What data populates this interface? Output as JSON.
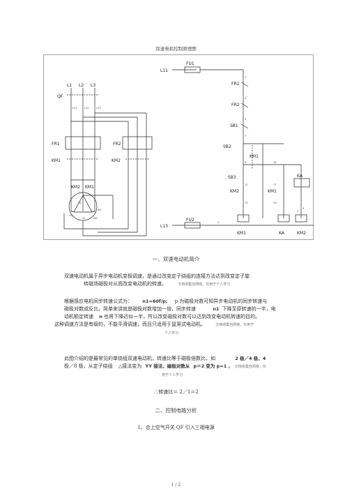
{
  "doc_title": "双速电机控制原理图",
  "diagram": {
    "power": {
      "phases": [
        "L1",
        "L2",
        "L3"
      ],
      "switch": "QF",
      "relays": [
        "FR1",
        "FR2"
      ],
      "contactors": [
        "KM1",
        "KM2"
      ],
      "motor_labels": [
        "KM2",
        "KM1"
      ],
      "terminals": [
        "U2",
        "W1",
        "U1",
        "V1",
        "W2"
      ],
      "wire_labels": [
        "L11",
        "L12",
        "L13"
      ]
    },
    "control": {
      "fuse": "FU1",
      "fuse2": "FU2",
      "l11": "L11",
      "l13": "L13",
      "fr1": "FR1",
      "fr2": "FR2",
      "sb1": "SB1",
      "sb2": "SB2",
      "sb3": "SB3",
      "km1": "KM1",
      "km2": "KM2",
      "ka": "KA",
      "coils": [
        "KM1",
        "KA",
        "KM2"
      ],
      "nodes": [
        "1",
        "3",
        "5",
        "7",
        "9",
        "11",
        "13",
        "15",
        "17",
        "19",
        "2",
        "4",
        "2"
      ]
    }
  },
  "section1": {
    "heading": "一、双速电动机简介",
    "p1_l1": "双速电动机属于异步电动机变极调速，是通过改变定子绕组的连接方法达到改变定子旋",
    "p1_l2": "转磁场磁极对从而改变电动机的转速。",
    "note1": "文档收集自网络，仅用于个人学习",
    "p2_l1a": "根据感应电机同步转速公式为：",
    "formula": "n1=60f/p;",
    "p2_l1b": "p  为磁极对数可知异步电动机的同步转速与",
    "p2_l2a": "磁极对数成反比，简单来讲就是磁极对数增加一倍，同步转速",
    "p2_l2b": "n1",
    "p2_l2c": "下降至原转速的一半，电",
    "p2_l3a": "动机额定转速",
    "p2_l3b": "n",
    "p2_l3c": "也将下降近似一半，所以改变磁极对数可以达到改变电动机转速的目的。",
    "p2_l4": "这种调速方法是有级的，不能平滑调速，而且只适用于鼠笼式电动机。",
    "note2a": "文档收集自网络，仅用于",
    "note2b": "个人学习",
    "p3_l1a": "此图介绍的是最常见的单绕组双速电动机，转速比等于磁极倍数比，如",
    "p3_l1b": "2 极／4 极、4",
    "p3_l2a": "极／8 极，从定子绕组",
    "p3_l2b": "△接法变为",
    "p3_l2c": "YY 接法，磁极对数从",
    "p3_l2d": "p＝2 变为 p=1",
    "p3_l2e": "。",
    "note3a": "文档收集自网络，仅",
    "note3b": "用于个人学习",
    "ratio": "∴转速比＝ 2／1＝2"
  },
  "section2": {
    "heading": "二、控制电路分析",
    "item1": "1、合上空气开关   QF 引入三相电源"
  },
  "page_num": "1  /  2"
}
